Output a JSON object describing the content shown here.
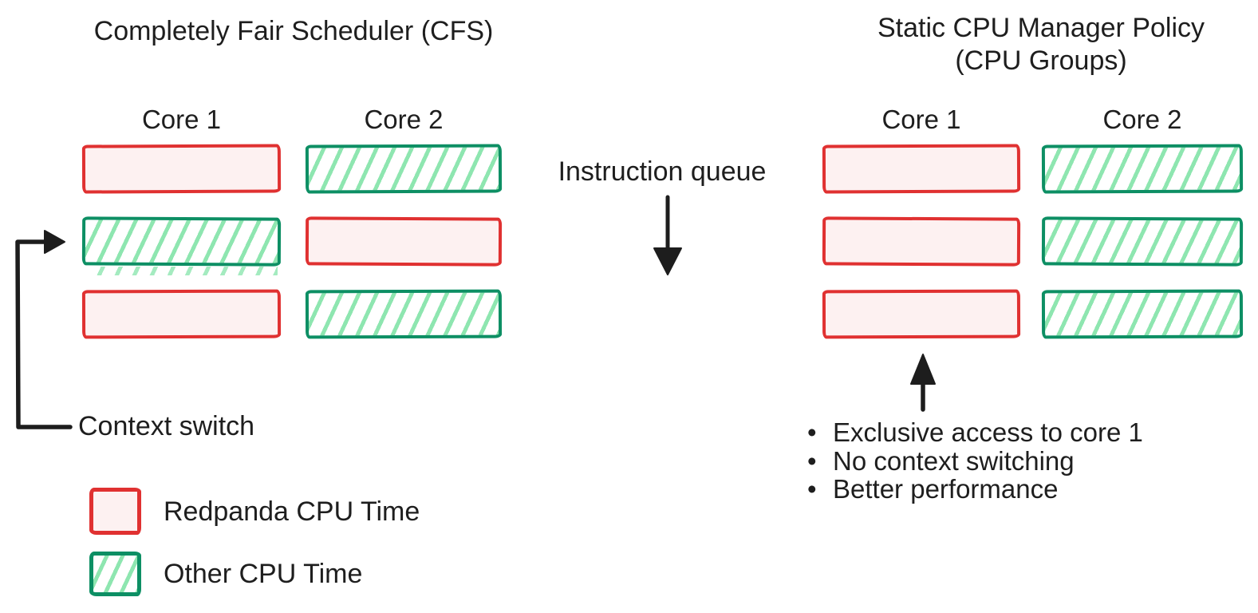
{
  "diagram": {
    "left": {
      "title": "Completely Fair Scheduler (CFS)",
      "columns": [
        {
          "core": "Core 1",
          "slots": [
            "redpanda",
            "other",
            "redpanda"
          ]
        },
        {
          "core": "Core 2",
          "slots": [
            "other",
            "redpanda",
            "other"
          ]
        }
      ],
      "context_switch_label": "Context switch"
    },
    "middle": {
      "instruction_queue_label": "Instruction queue"
    },
    "right": {
      "title_line1": "Static CPU Manager Policy",
      "title_line2": "(CPU Groups)",
      "columns": [
        {
          "core": "Core 1",
          "slots": [
            "redpanda",
            "redpanda",
            "redpanda"
          ]
        },
        {
          "core": "Core 2",
          "slots": [
            "other",
            "other",
            "other"
          ]
        }
      ],
      "notes": [
        "Exclusive access to core 1",
        "No context switching",
        "Better performance"
      ]
    },
    "legend": {
      "items": [
        {
          "type": "redpanda",
          "label": "Redpanda CPU Time"
        },
        {
          "type": "other",
          "label": "Other CPU Time"
        }
      ]
    },
    "colors": {
      "redpanda_border": "#e03131",
      "redpanda_fill": "#fdf1f1",
      "other_border": "#0d8f64",
      "other_hatch": "#8ee6b0",
      "ink": "#1e1e1e"
    }
  }
}
